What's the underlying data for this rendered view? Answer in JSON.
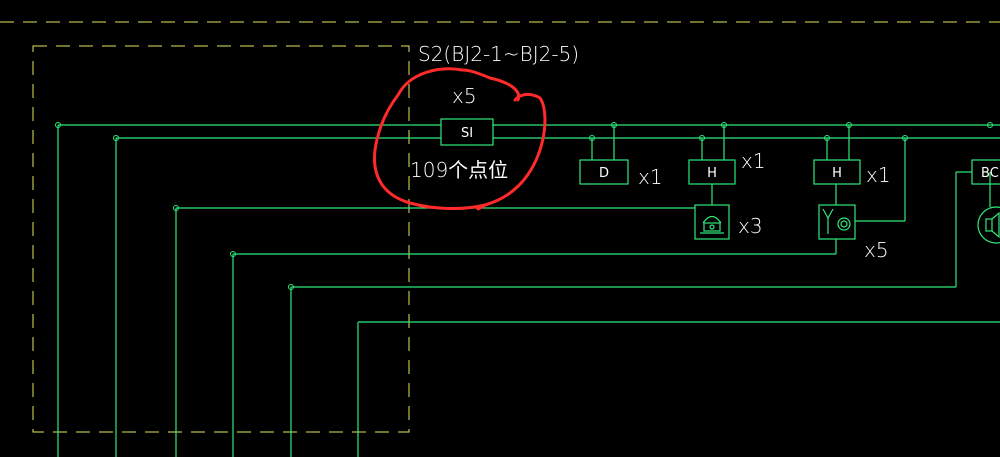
{
  "drawing": {
    "colors": {
      "background": "#000000",
      "wire": "#2ee87a",
      "boundary": "#e6e65a",
      "text": "#ffffff",
      "markup": "#ff2a2a"
    },
    "panel": {
      "label": "S2(BJ2-1~BJ2-5)"
    },
    "highlight": {
      "quantity": "x5",
      "module_label": "SI",
      "note": "109个点位"
    },
    "devices": [
      {
        "id": "d",
        "label": "D",
        "qty": "x1"
      },
      {
        "id": "h1",
        "label": "H",
        "qty": "x1"
      },
      {
        "id": "h2",
        "label": "H",
        "qty": "x1"
      },
      {
        "id": "bc",
        "label": "BC",
        "qty": ""
      }
    ],
    "symbols": [
      {
        "id": "phone",
        "icon": "telephone-icon",
        "qty": "x3"
      },
      {
        "id": "alarm",
        "icon": "sound-light-alarm-icon",
        "qty": "x5"
      },
      {
        "id": "speaker",
        "icon": "speaker-icon",
        "qty": ""
      }
    ]
  }
}
